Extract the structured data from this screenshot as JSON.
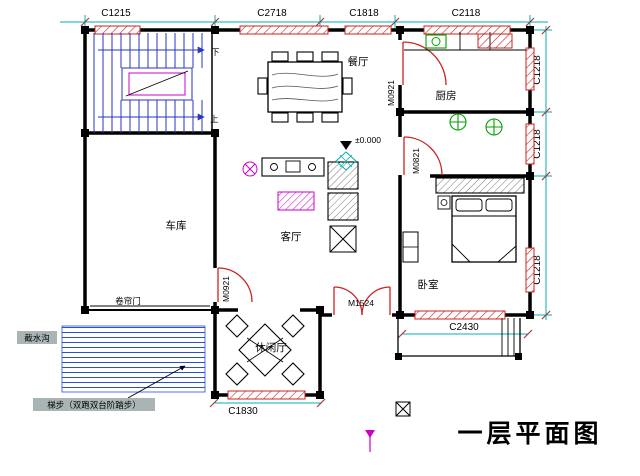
{
  "title": "一层平面图",
  "dims": {
    "top": [
      "C1215",
      "C2718",
      "C1818",
      "C2118"
    ],
    "right": [
      "C1218",
      "C1218",
      "C1218"
    ],
    "bedroom_bottom": "C2430",
    "leisure_bottom": "C1830"
  },
  "rooms": {
    "dining": "餐厅",
    "kitchen": "厨房",
    "garage": "车库",
    "living": "客厅",
    "bedroom": "卧室",
    "leisure": "休闲厅"
  },
  "doors": {
    "kitchen": "M0921",
    "bath": "M0821",
    "garage": "M0921",
    "entry": "M1524"
  },
  "labels": {
    "elevation": "±0.000",
    "roller_door": "卷帘门",
    "drain_ditch": "截水沟",
    "stair_up": "上",
    "stair_down": "下",
    "note": "梯步（双跑双台阶踏步）"
  },
  "colors": {
    "wall": "#000000",
    "dimension": "#00b0b0",
    "door_window": "#cc2222",
    "stair": "#2a35c0",
    "fixture_green": "#00a000",
    "accent_magenta": "#cc00cc"
  }
}
